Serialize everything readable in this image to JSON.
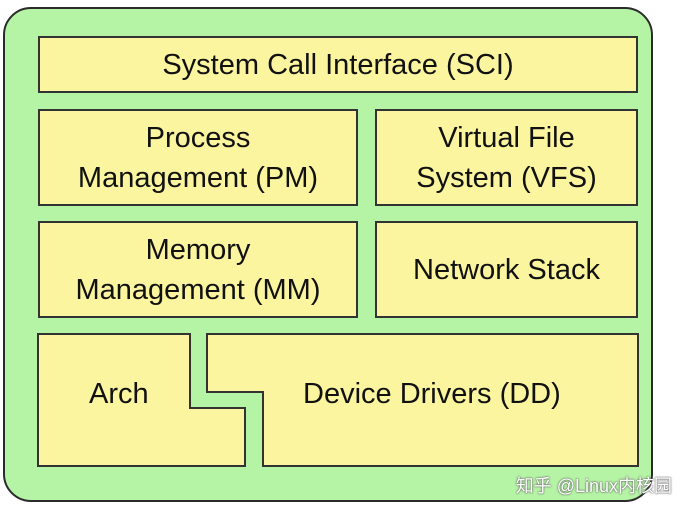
{
  "diagram": {
    "blocks": {
      "sci": "System Call Interface (SCI)",
      "pm_line1": "Process",
      "pm_line2": "Management (PM)",
      "vfs_line1": "Virtual File",
      "vfs_line2": "System (VFS)",
      "mm_line1": "Memory",
      "mm_line2": "Management (MM)",
      "network": "Network Stack",
      "arch": "Arch",
      "device_drivers": "Device Drivers (DD)"
    },
    "colors": {
      "background": "#b5f3a5",
      "block_fill": "#fbf59f",
      "outline": "#333333"
    }
  },
  "watermark": "知乎 @Linux内核园"
}
